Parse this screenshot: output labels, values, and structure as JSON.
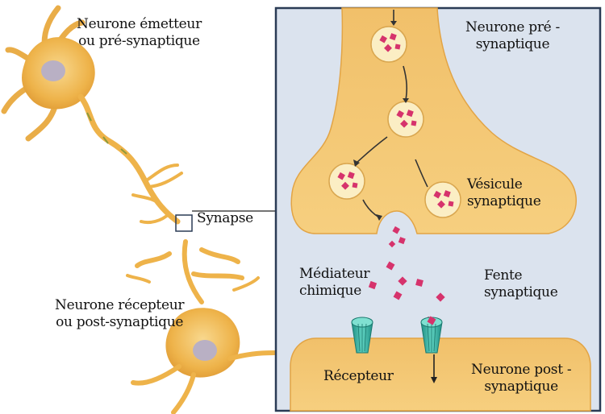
{
  "labels": {
    "emetteur_1": "Neurone émetteur",
    "emetteur_2": "ou pré-synaptique",
    "recepteur_1": "Neurone récepteur",
    "recepteur_2": "ou post-synaptique",
    "synapse": "Synapse",
    "pre_1": "Neurone pré -",
    "pre_2": "synaptique",
    "vesicule_1": "Vésicule",
    "vesicule_2": "synaptique",
    "mediateur_1": "Médiateur",
    "mediateur_2": "chimique",
    "fente_1": "Fente",
    "fente_2": "synaptique",
    "recepteur_label": "Récepteur",
    "post_1": "Neurone post -",
    "post_2": "synaptique"
  },
  "colors": {
    "neuron_fill": "#f0b64d",
    "neuron_light": "#f8d990",
    "nucleus": "#b7aec0",
    "panel_bg": "#dbe3ee",
    "panel_border": "#2a3b55",
    "mediator": "#d6336c",
    "receptor": "#3fb8a7"
  }
}
